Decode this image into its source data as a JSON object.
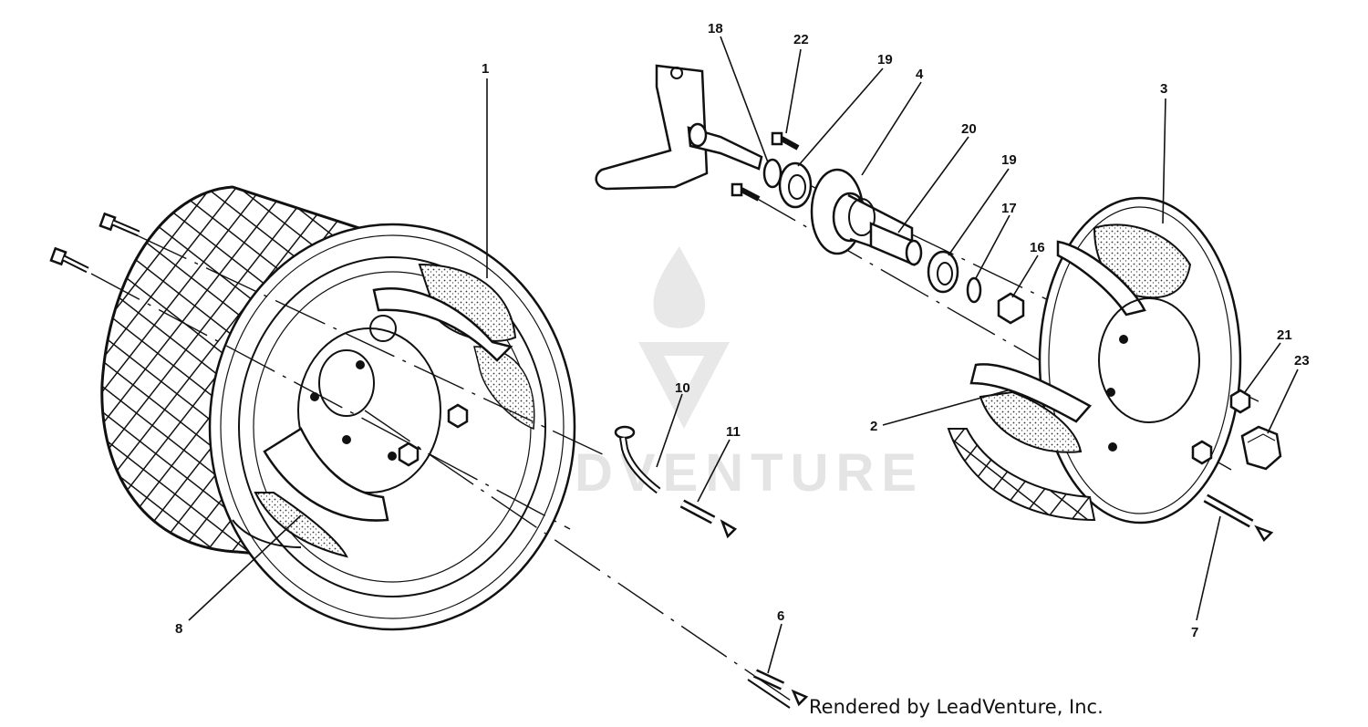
{
  "diagram": {
    "part_labels": [
      "1",
      "2",
      "3",
      "4",
      "6",
      "7",
      "8",
      "10",
      "11",
      "16",
      "17",
      "18",
      "19",
      "19",
      "20",
      "21",
      "22",
      "23"
    ]
  },
  "watermark": {
    "text": "LEADVENTURE"
  },
  "footer": {
    "credit": "Rendered by LeadVenture, Inc."
  }
}
